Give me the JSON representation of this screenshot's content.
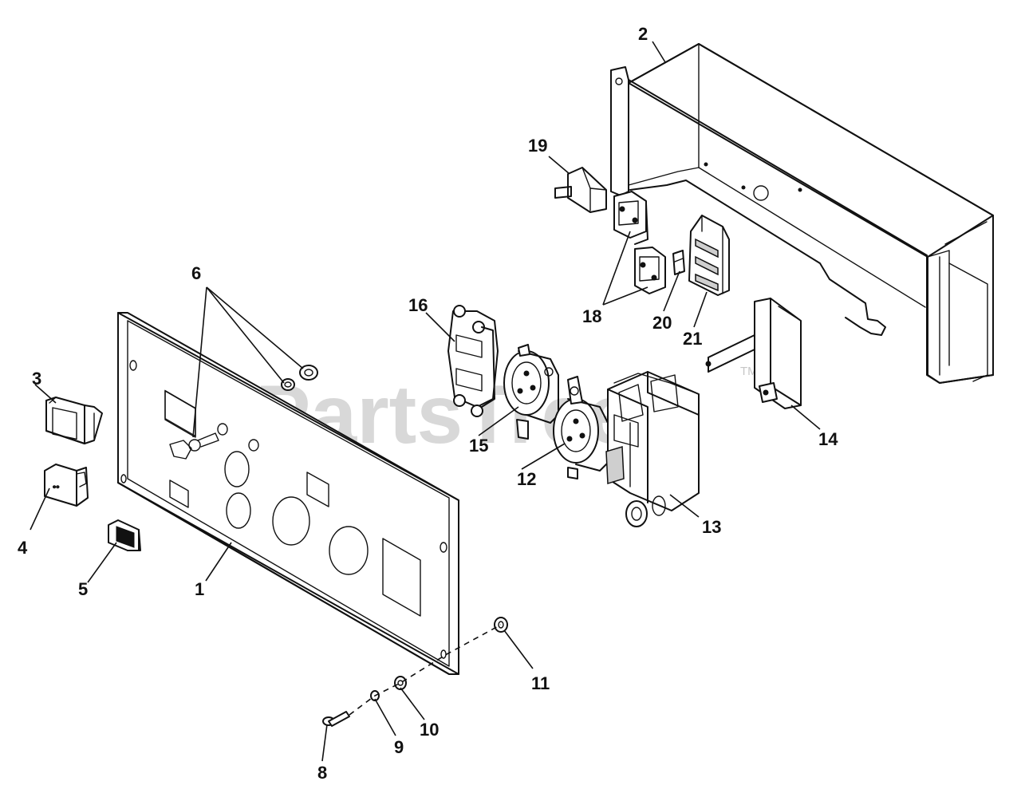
{
  "watermark": {
    "text": "PartsTree",
    "trademark": "TM"
  },
  "callouts": {
    "c1": "1",
    "c2": "2",
    "c3": "3",
    "c4": "4",
    "c5": "5",
    "c6": "6",
    "c8": "8",
    "c9": "9",
    "c10": "10",
    "c11": "11",
    "c12": "12",
    "c13": "13",
    "c14": "14",
    "c15": "15",
    "c16": "16",
    "c18": "18",
    "c19": "19",
    "c20": "20",
    "c21": "21"
  }
}
